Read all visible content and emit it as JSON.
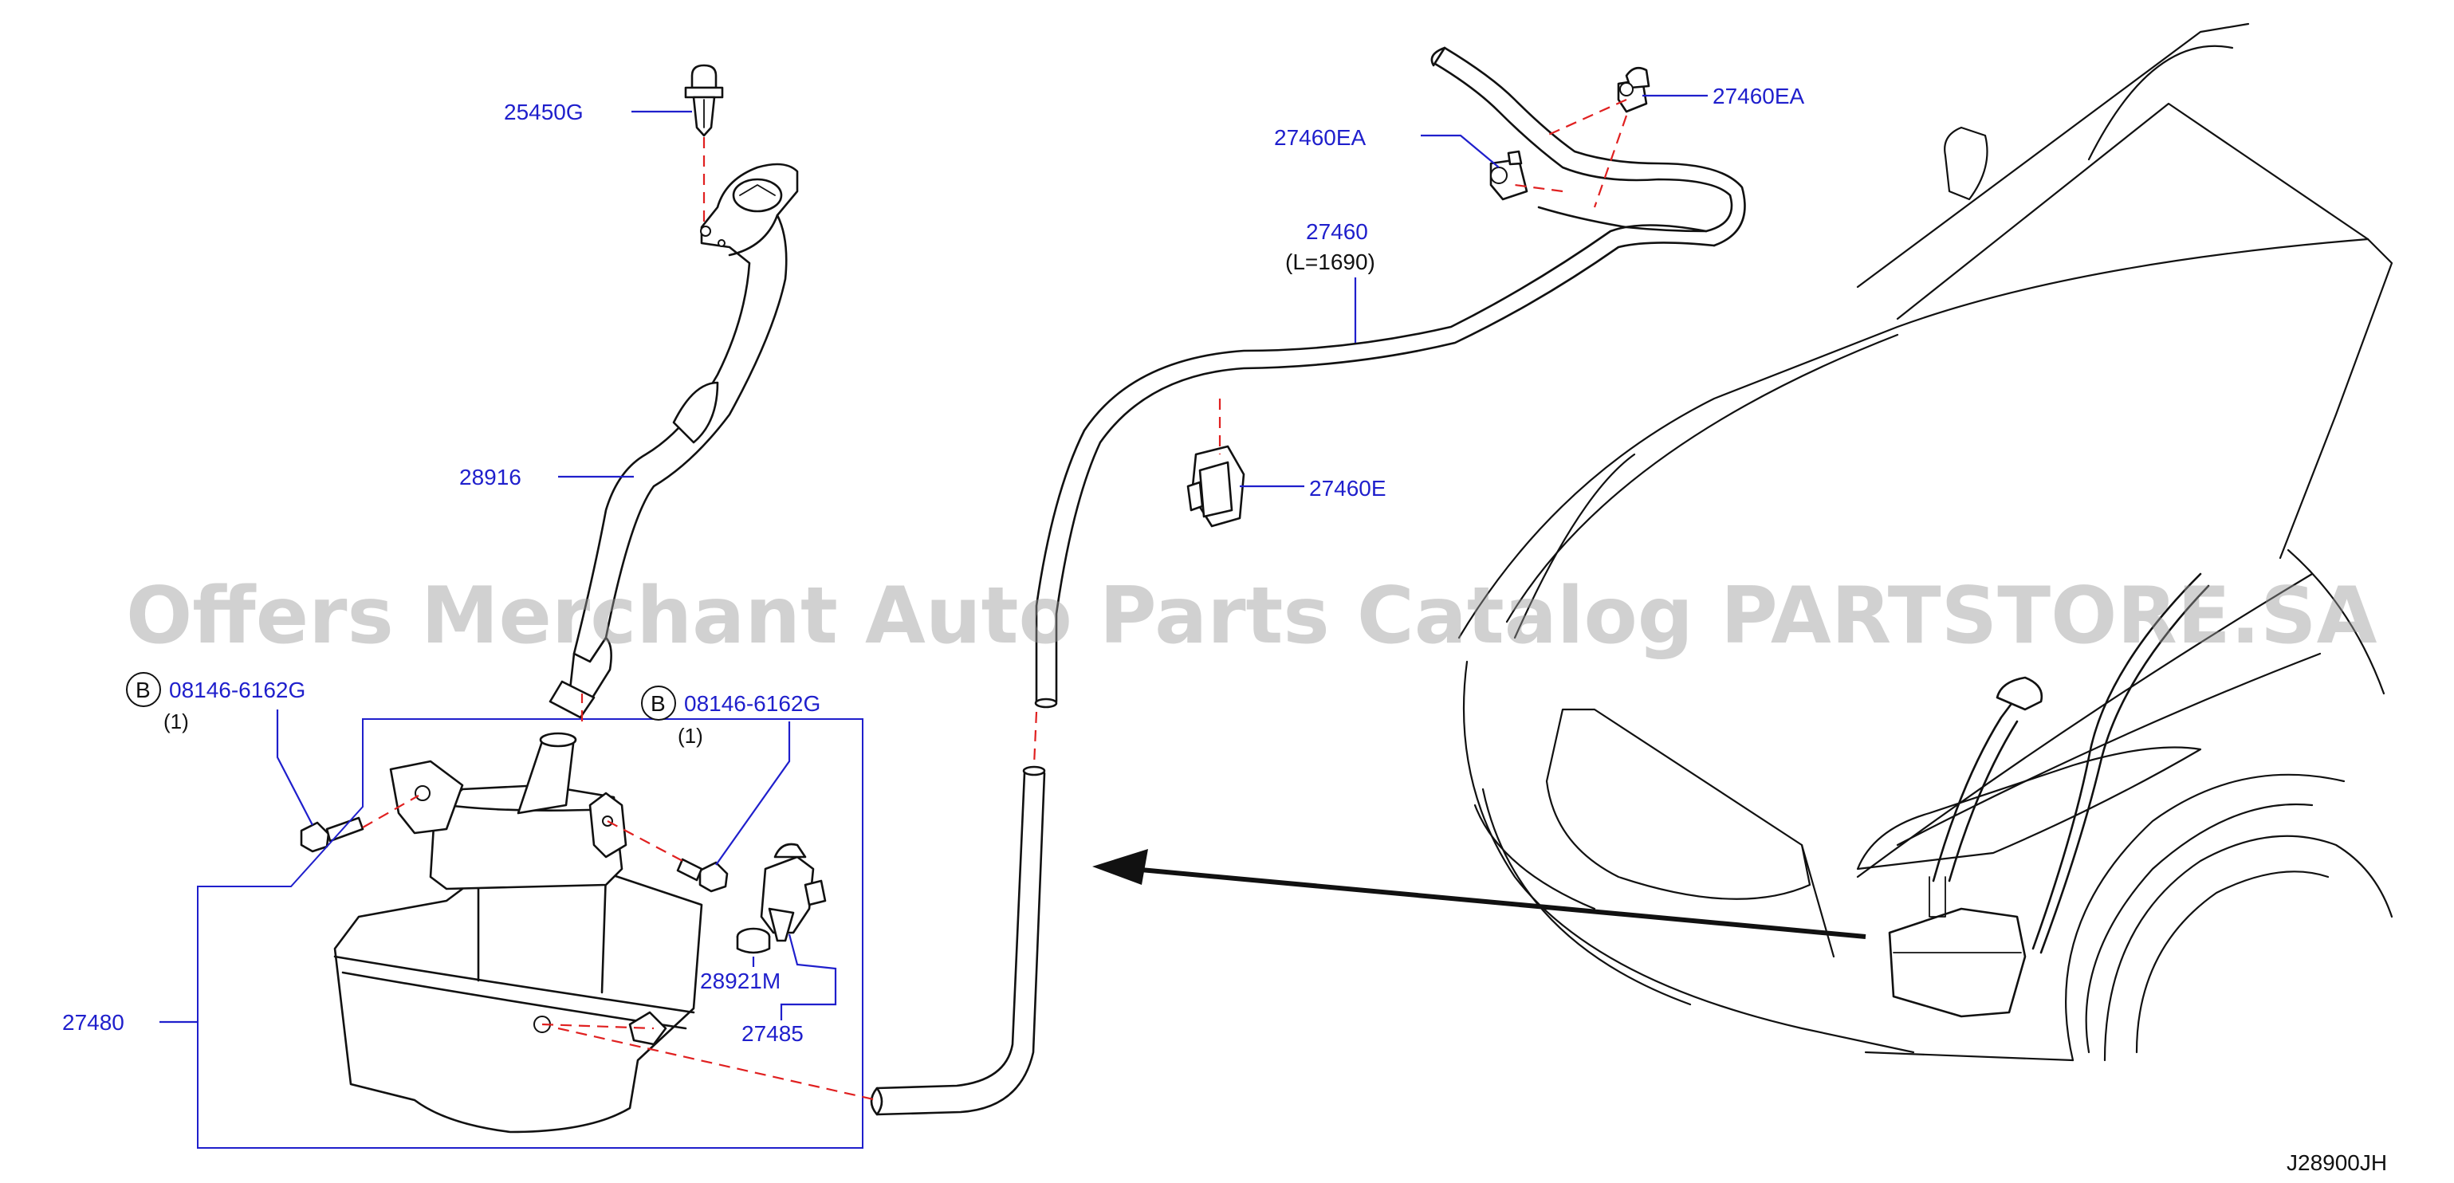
{
  "watermark": "Offers Merchant Auto Parts Catalog PARTSTORE.SA",
  "diagram_code": "J28900JH",
  "bolt_badge": "B",
  "callouts": {
    "p25450g": "25450G",
    "p28916": "28916",
    "p27460ea_left": "27460EA",
    "p27460ea_right": "27460EA",
    "p27460": "27460",
    "p27460_length": "(L=1690)",
    "p27460e": "27460E",
    "p08146_left": "08146-6162G",
    "p08146_left_qty": "(1)",
    "p08146_right": "08146-6162G",
    "p08146_right_qty": "(1)",
    "p28921m": "28921M",
    "p27485": "27485",
    "p27480": "27480"
  },
  "colors": {
    "part_number": "#1f1fcc",
    "leader": "#1f1fcc",
    "dashed_guide": "#e02020",
    "outline": "#111111",
    "watermark": "#9a9a9a"
  }
}
